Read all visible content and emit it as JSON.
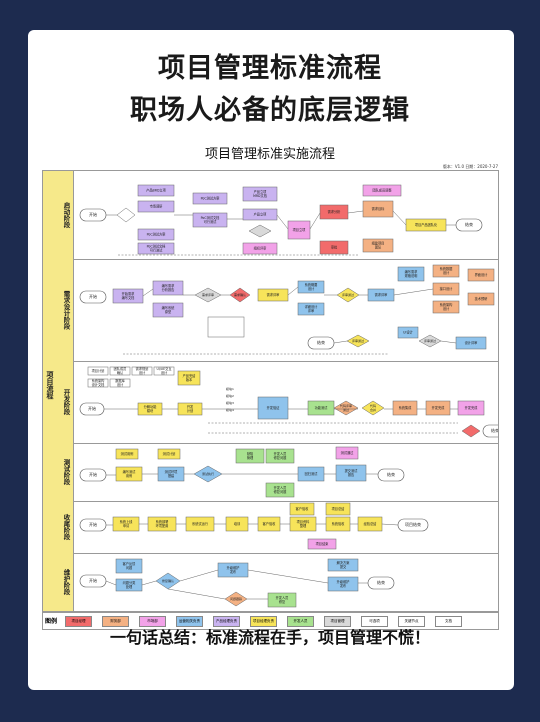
{
  "header": {
    "title_line1": "项目管理标准流程",
    "title_line2": "职场人必备的底层逻辑"
  },
  "diagram": {
    "title": "项目管理标准实施流程",
    "version": "版本：V1.0   日期：2020-7-27",
    "outer_label": "项目流程",
    "lanes": [
      {
        "key": "qidong",
        "label": "启动阶段"
      },
      {
        "key": "xuqiu",
        "label": "需求设计阶段"
      },
      {
        "key": "kaifa",
        "label": "开发阶段"
      },
      {
        "key": "ceshi",
        "label": "测试阶段"
      },
      {
        "key": "shouwei",
        "label": "收尾阶段"
      },
      {
        "key": "weihu",
        "label": "维护阶段"
      }
    ],
    "start_label": "开始",
    "end_label": "结束",
    "nodes": {
      "lane1": [
        "产品BRD立项",
        "市场调研",
        "PoC测试方案",
        "PoC测试文档\n可行测试",
        "产品立项",
        "产品立项\nMRD文档",
        "标准流程",
        "团队成员调整",
        "项目产品调研",
        "组织评审",
        "项目产品团队化",
        "项目立项",
        "需求分析",
        "确认需求",
        "审批",
        "提交评审",
        "需求目标",
        "组建项目\n团队",
        "提供评审"
      ],
      "lane2": [
        "开始需求\n编写文档",
        "编写需求\n分析报告",
        "编写系统\n原型",
        "需求评审",
        "需求确认",
        "系统概要\n设计",
        "详细设计\n评审",
        "评审通过",
        "需求审批\n分析",
        "需求评审",
        "编写需求\n规格说明",
        "系统数据\n设计",
        "接口设计",
        "系统架构\n设计",
        "界面设计",
        "技术预研",
        "UI设计",
        "评审通过",
        "设计评审",
        "结束"
      ],
      "lane3": [
        "项目计划",
        "团队成员\n确认",
        "需求规划\n设计",
        "UI/UE交互\n设计",
        "系统架构\n设计文档",
        "数据库\n设计",
        "模块1",
        "模块2",
        "模块3",
        "模块4",
        "产品完结\n版本",
        "开发\n计划",
        "开发验证",
        "分解功能\n模块",
        "功能测试",
        "代码审查",
        "单元测试",
        "代码评审\n通过",
        "代码\n合并",
        "系统集成",
        "开发完成",
        "结束"
      ],
      "lane4": [
        "测试用例",
        "编写测试\n用例",
        "测试计划",
        "测试环境\n搭建",
        "测试执行",
        "缺陷\n管理",
        "开发人员\n修复问题",
        "回归测试",
        "提交测试\n报告",
        "开发人员\n修复问题",
        "测试通过",
        "结束"
      ],
      "lane5": [
        "系统上线\n申请",
        "系统部署\n环境配置",
        "系统试运行",
        "培训",
        "客户验收",
        "项目资料\n整理",
        "系统验收",
        "项目结束",
        "项目总结",
        "经验总结",
        "项目结束"
      ],
      "lane6": [
        "客户反馈\n问题",
        "问题分类\n处理",
        "修复确认",
        "升级维护\n发布",
        "问题跟踪",
        "解决方案\n提交",
        "开发人员\n修复",
        "结束"
      ]
    },
    "legend": {
      "title": "图例",
      "items": [
        {
          "label": "项目经理",
          "color": "#f26b6b"
        },
        {
          "label": "财务部",
          "color": "#f4b183"
        },
        {
          "label": "市场部",
          "color": "#f2a2e8"
        },
        {
          "label": "运营相关\n负责",
          "color": "#8fc3ec"
        },
        {
          "label": "产品经理\n负责",
          "color": "#c9b3f0"
        },
        {
          "label": "项目经理\n负责",
          "color": "#f7e45a"
        },
        {
          "label": "开发人员",
          "color": "#a8e28f"
        },
        {
          "label": "项目管理",
          "color": "#d9d9d9"
        },
        {
          "label": "可选项",
          "color": "#ffffff"
        },
        {
          "label": "关键节点",
          "color": "#ffffff"
        },
        {
          "label": "文档",
          "color": "#ffffff"
        }
      ]
    }
  },
  "footer": {
    "summary": "一句话总结：标准流程在手，项目管理不慌！"
  },
  "colors": {
    "background": "#1d2b4f",
    "lane_label": "#f6e98a"
  }
}
